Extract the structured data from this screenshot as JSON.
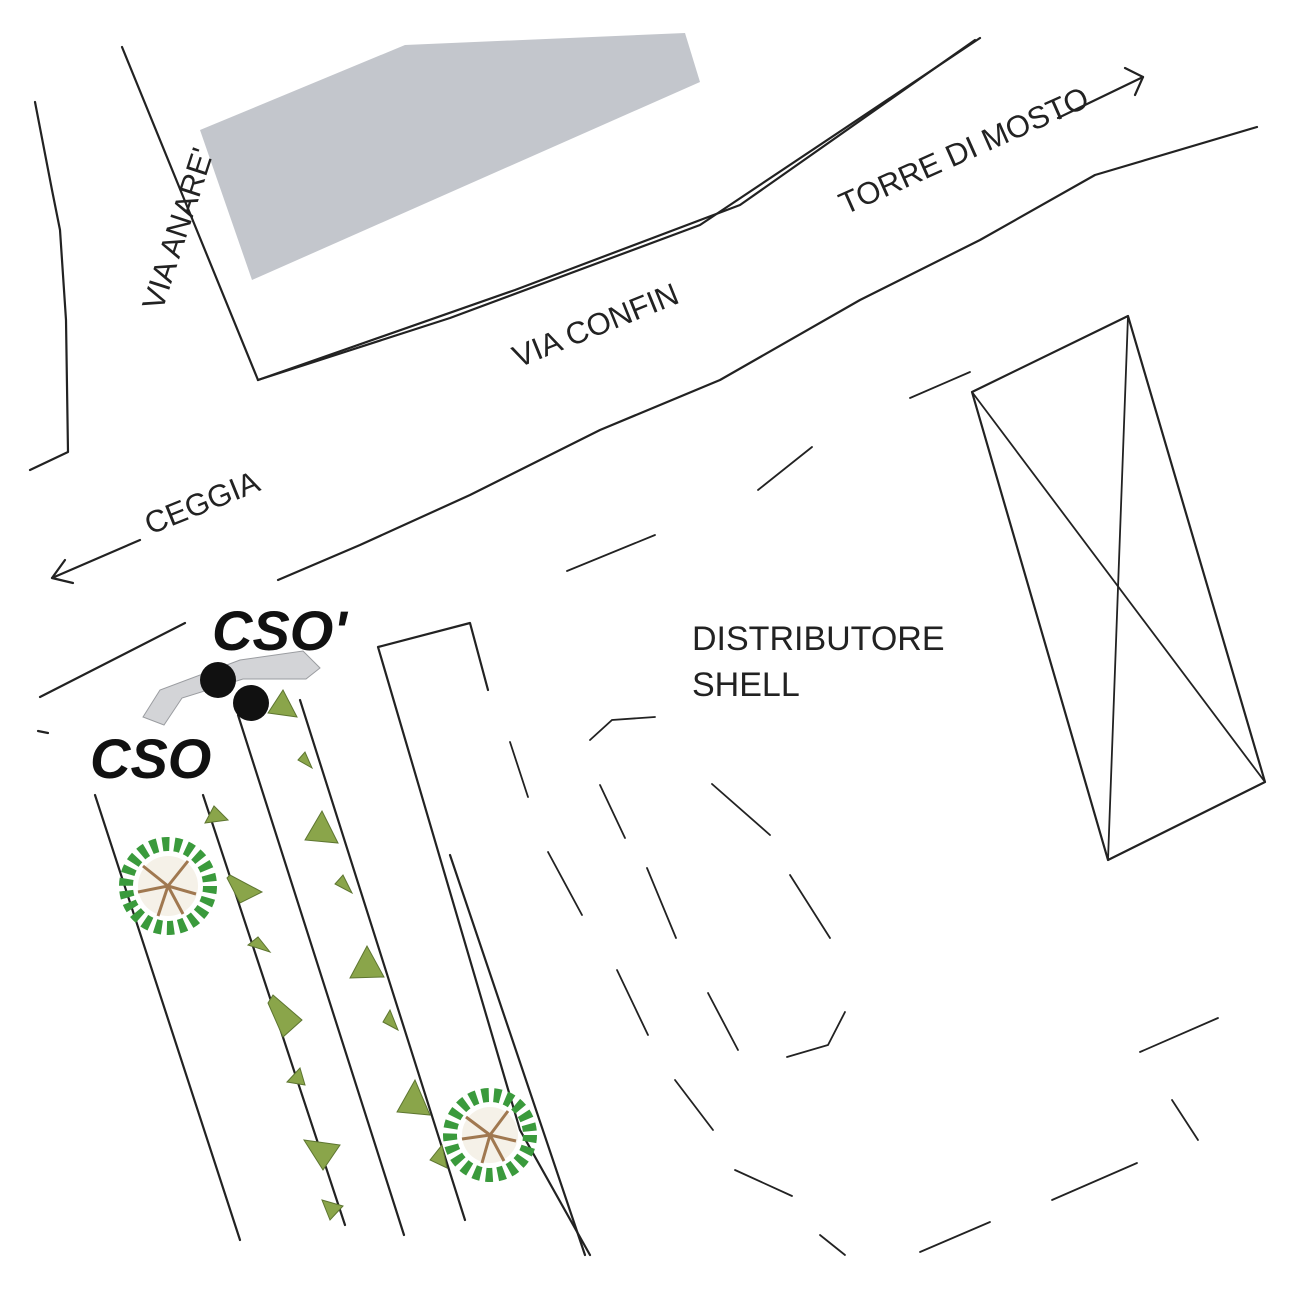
{
  "labels": {
    "via_anare": "VIA ANARE'",
    "via_confin": "VIA CONFIN",
    "torre_di_mosto": "TORRE DI MOSTO",
    "ceggia": "CEGGIA",
    "poi_line1": "DISTRIBUTORE",
    "poi_line2": "SHELL",
    "cso": "CSO",
    "cso_prime": "CSO'"
  },
  "colors": {
    "building": "#c3c6cc",
    "cso_path": "#d3d4d7",
    "cso_point": "#111111",
    "triangle": "#8aa54a",
    "tree_foliage": "#3a9a3c",
    "tree_trunk": "#a07850"
  },
  "icons": {
    "cso_point": "filled-circle",
    "shrub": "triangle",
    "tree": "tree-top-view",
    "direction": "arrow"
  }
}
